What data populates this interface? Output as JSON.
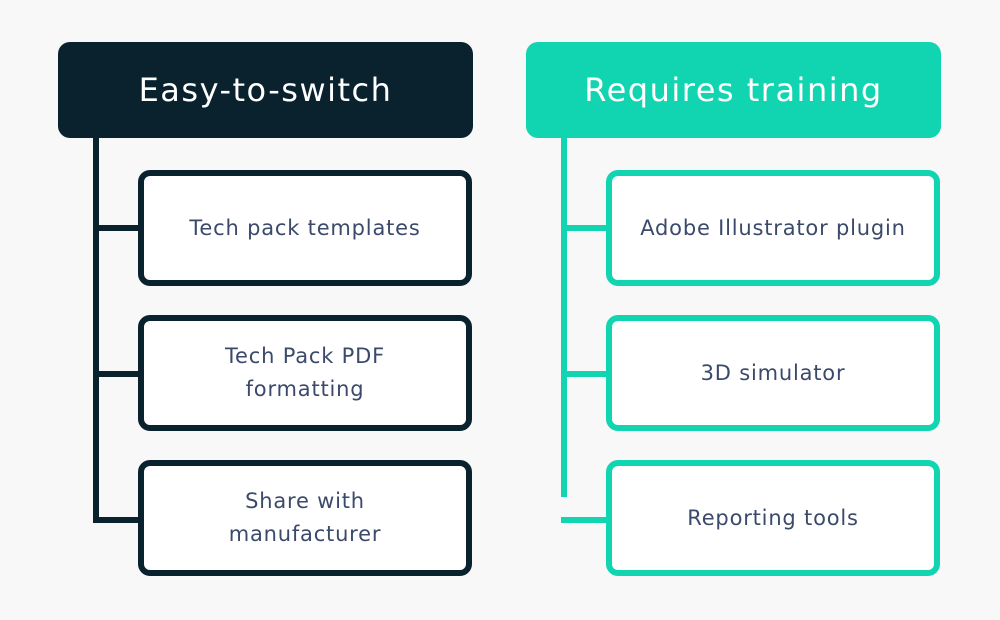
{
  "colors": {
    "dark": "#0a222d",
    "teal": "#11d4b1",
    "text": "#3b4a6a"
  },
  "left": {
    "title": "Easy-to-switch",
    "items": [
      {
        "label": "Tech pack templates"
      },
      {
        "label": "Tech Pack PDF formatting"
      },
      {
        "label": "Share with manufacturer"
      }
    ]
  },
  "right": {
    "title": "Requires training",
    "items": [
      {
        "label": "Adobe Illustrator plugin"
      },
      {
        "label": "3D simulator"
      },
      {
        "label": "Reporting tools"
      }
    ]
  }
}
